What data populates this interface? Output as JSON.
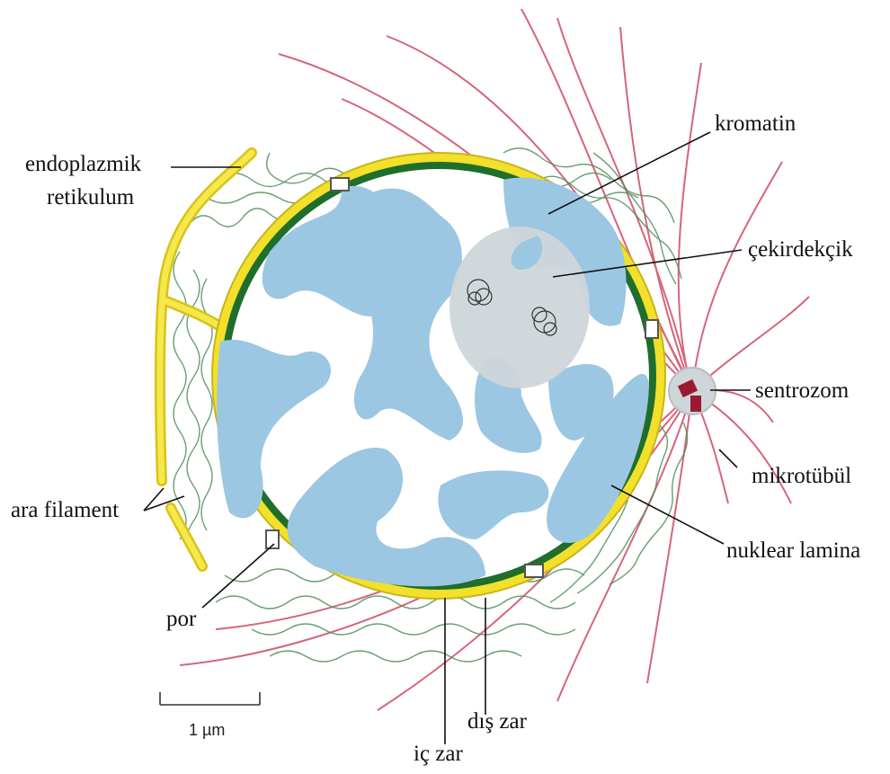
{
  "labels": {
    "endoplazmik": "endoplazmik",
    "retikulum": "retikulum",
    "kromatin": "kromatin",
    "cekirdekcik": "çekirdekçik",
    "sentrozom": "sentrozom",
    "mikrotubul": "mikrotübül",
    "ara_filament": "ara filament",
    "nuklear_lamina": "nuklear lamina",
    "por": "por",
    "dis_zar": "dış zar",
    "ic_zar": "iç zar"
  },
  "scale_bar": {
    "label": "1 µm"
  },
  "colors": {
    "outer_membrane": "#f2e02a",
    "inner_lamina": "#1f6e2c",
    "chromatin": "#9cc7e2",
    "nucleolus": "#cfd6da",
    "intermediate_filaments": "#4f8f5a",
    "microtubules": "#d04a64",
    "centrosome": "#9b1a33",
    "er": "#f2e02a"
  }
}
